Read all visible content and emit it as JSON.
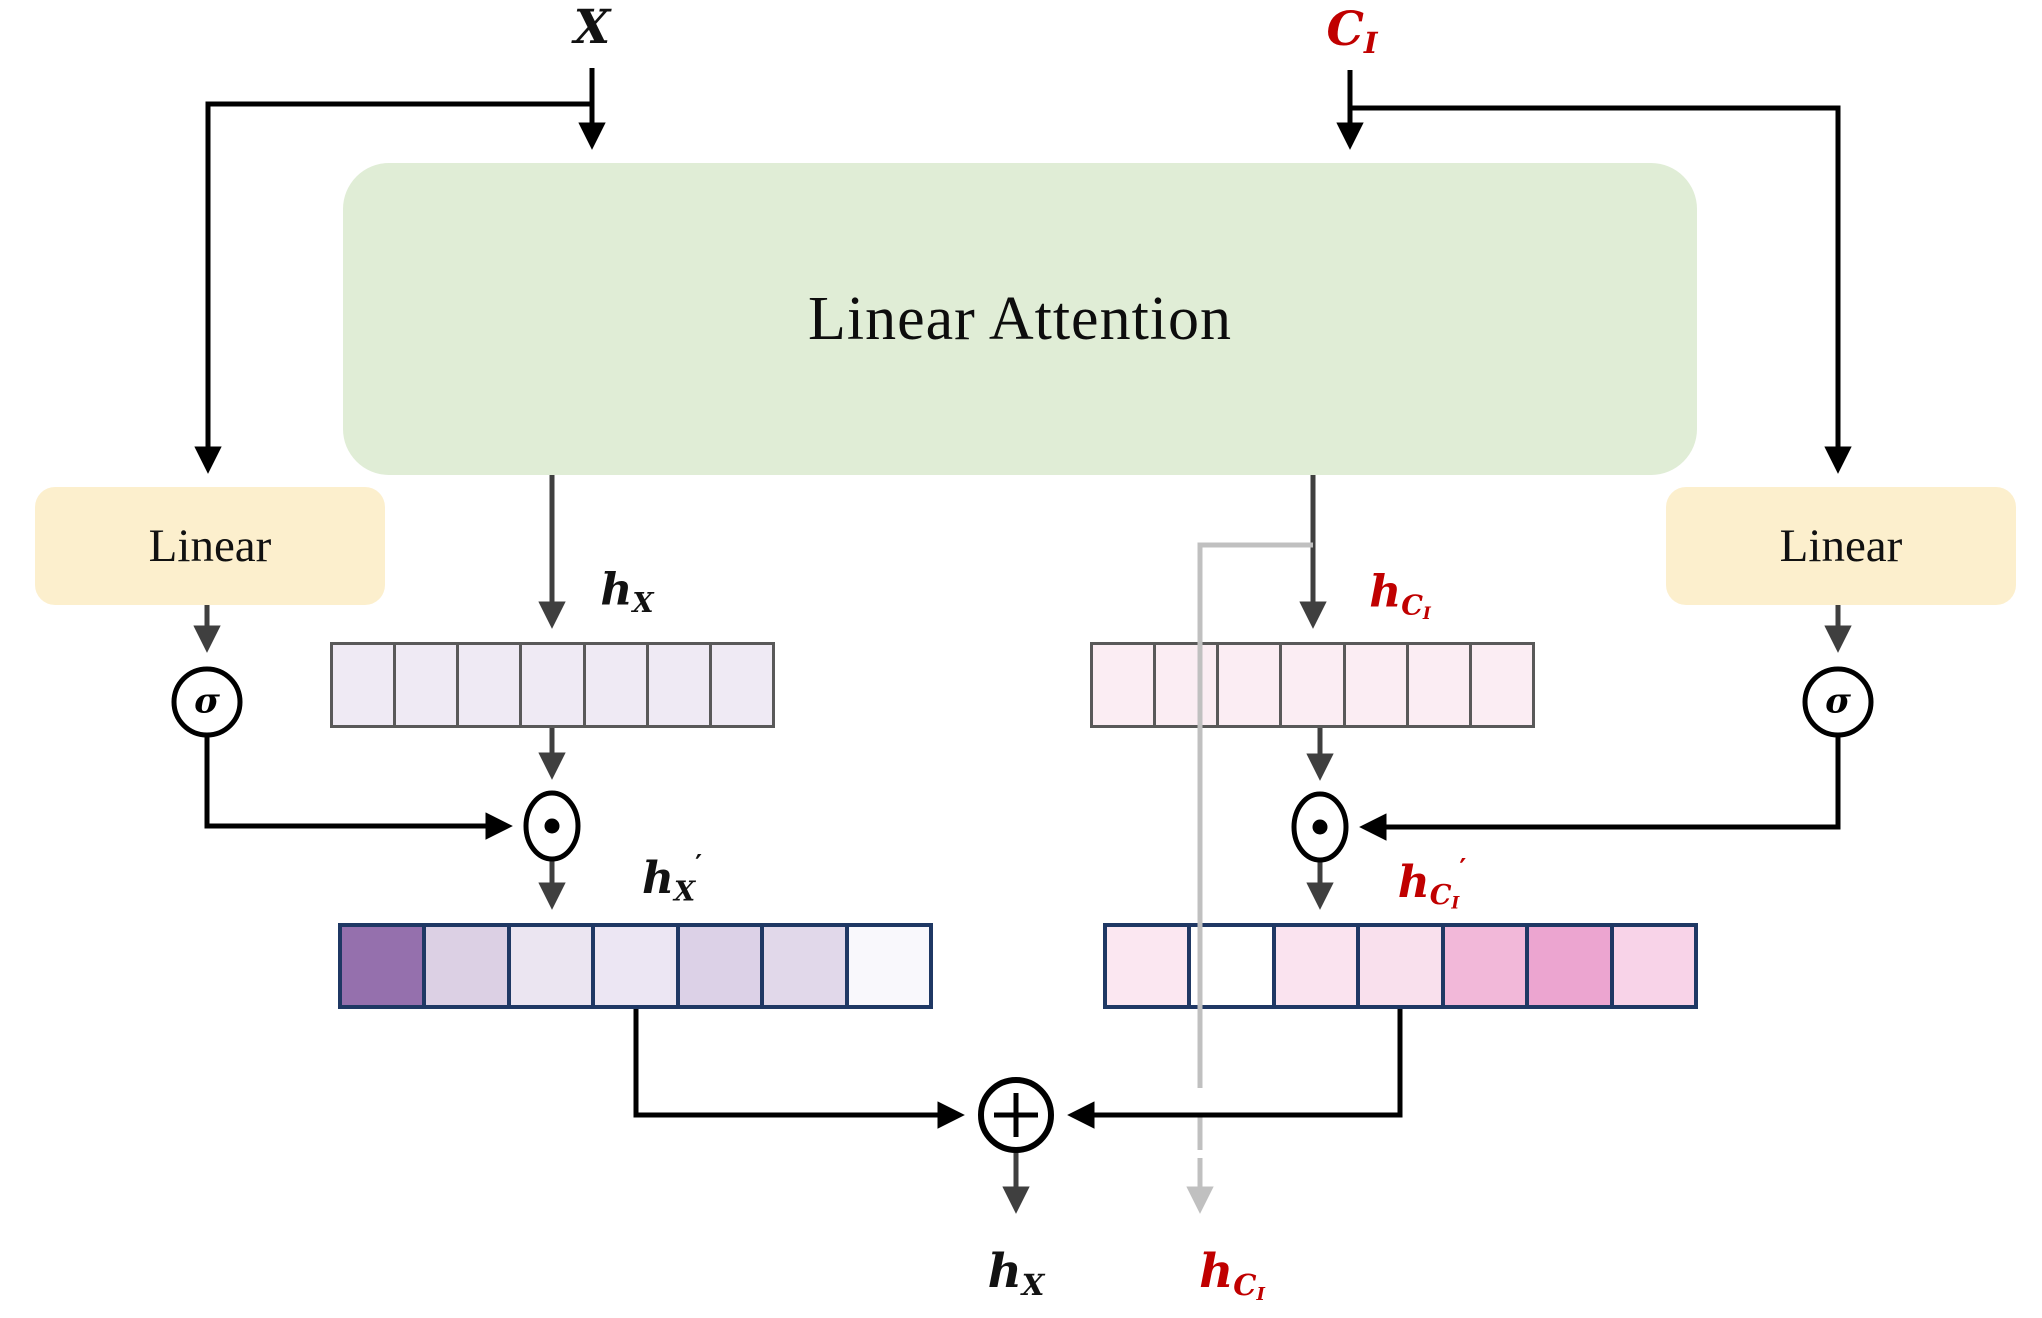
{
  "diagram": {
    "attention_block_label": "Linear Attention",
    "linear_left_label": "Linear",
    "linear_right_label": "Linear",
    "sigma_left": "σ",
    "sigma_right": "σ",
    "labels": {
      "x_input": {
        "base": "X"
      },
      "ci_input": {
        "base": "C",
        "sub": "I"
      },
      "hx_mid": {
        "base": "h",
        "sub": "X"
      },
      "hci_mid": {
        "base": "h",
        "sub": "C",
        "subsub": "I"
      },
      "hx_gated": {
        "base": "h",
        "sub": "X",
        "prime": "′"
      },
      "hci_gated": {
        "base": "h",
        "sub": "C",
        "subsub": "I",
        "prime": "′"
      },
      "hx_out": {
        "base": "h",
        "sub": "X"
      },
      "hci_out": {
        "base": "h",
        "sub": "C",
        "subsub": "I"
      }
    },
    "colors": {
      "attention_block_fill": "#e0edd6",
      "linear_box_fill": "#fcefcd",
      "red_text": "#c00000",
      "vector_border_thin": "#595959",
      "vector_border_navy": "#1f3864",
      "arrow_black": "#000000",
      "arrow_dark_gray": "#3f3f3f",
      "arrow_light_gray": "#c0c0c0"
    },
    "rows": {
      "hx_row": {
        "cells": [
          "#efeaf4",
          "#efeaf4",
          "#efeaf4",
          "#efeaf4",
          "#efeaf4",
          "#efeaf4",
          "#efeaf4"
        ]
      },
      "hci_row": {
        "cells": [
          "#fbedf3",
          "#fbedf3",
          "#fbedf3",
          "#fbedf3",
          "#fbedf3",
          "#fbedf3",
          "#fbedf3"
        ]
      },
      "hx_gated_row": {
        "cells": [
          "#9570ad",
          "#dcd0e4",
          "#ebe5f1",
          "#ece6f3",
          "#dcd1e7",
          "#e1d8ea",
          "#f9f8fc"
        ]
      },
      "hci_gated_row": {
        "cells": [
          "#fbe7f1",
          "#ffffff",
          "#fae3ef",
          "#f9e0ed",
          "#f2b8d9",
          "#eca5d0",
          "#f8d3e8"
        ]
      }
    }
  }
}
